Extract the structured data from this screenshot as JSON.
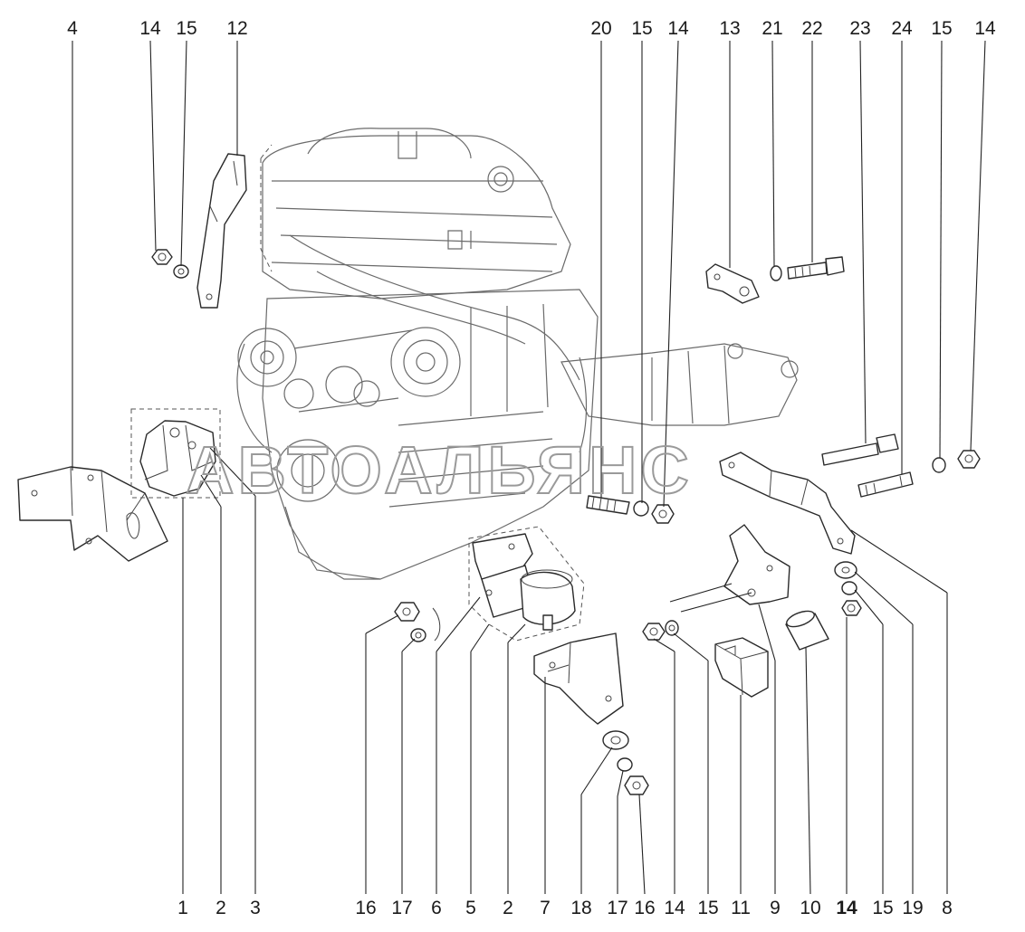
{
  "watermark": "АВТОАЛЬЯНС",
  "top_labels": [
    "4",
    "14",
    "15",
    "12",
    "20",
    "15",
    "14",
    "13",
    "21",
    "22",
    "23",
    "24",
    "15",
    "14"
  ],
  "bottom_labels": [
    "1",
    "2",
    "3",
    "16",
    "17",
    "6",
    "5",
    "2",
    "7",
    "18",
    "17",
    "16",
    "14",
    "15",
    "11",
    "9",
    "10",
    "14",
    "15",
    "19",
    "8"
  ]
}
